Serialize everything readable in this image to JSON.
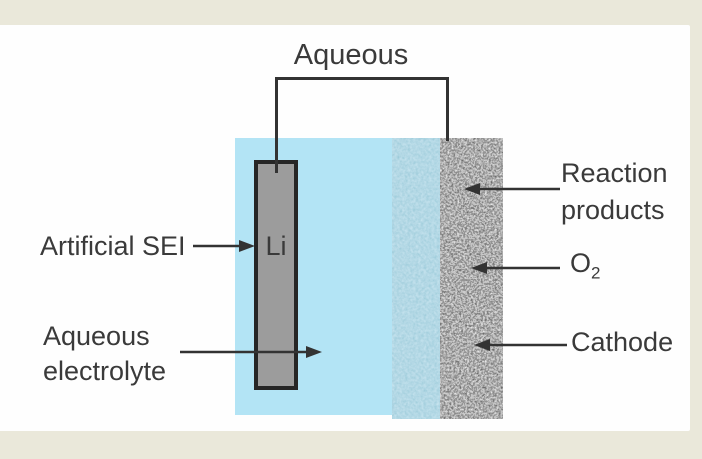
{
  "figure": {
    "title": "Aqueous",
    "electrode_label": "Li",
    "labels": {
      "artificial_sei": "Artificial SEI",
      "aqueous_electrolyte": [
        "Aqueous",
        "electrolyte"
      ],
      "reaction_products": [
        "Reaction",
        "products"
      ],
      "o2_base": "O",
      "o2_subscript": "2",
      "cathode": "Cathode"
    },
    "regions": {
      "electrolyte": "aqueous electrolyte (light blue)",
      "membrane": "speckled teal separator band",
      "cathode": "porous cathode (black/white speckle)",
      "electrode": "lithium metal bar with artificial SEI coating"
    }
  },
  "colors": {
    "page_bg": "#eae8da",
    "panel_bg": "#fefefe",
    "electrolyte_fill": "#b3e4f5",
    "membrane_teal": "#70a8c0",
    "li_fill": "#9c9c9c",
    "li_border": "#262626",
    "line_color": "#333333",
    "text_color": "#3a3a3a"
  }
}
